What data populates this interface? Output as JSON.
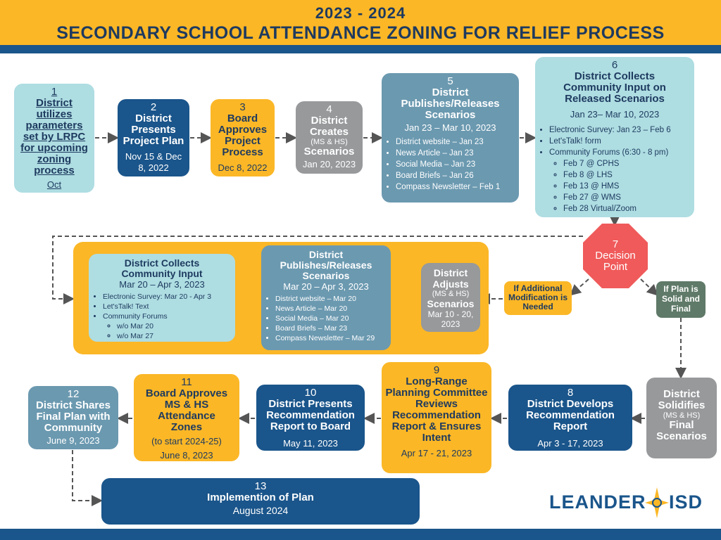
{
  "header": {
    "year": "2023 - 2024",
    "title": "SECONDARY SCHOOL ATTENDANCE ZONING FOR RELIEF PROCESS"
  },
  "steps": {
    "s1": {
      "num": "1",
      "title": "District utilizes parameters set by LRPC for upcoming zoning process",
      "date": "Oct"
    },
    "s2": {
      "num": "2",
      "title": "District Presents Project Plan",
      "date": "Nov 15 & Dec 8, 2022"
    },
    "s3": {
      "num": "3",
      "title": "Board Approves Project Process",
      "date": "Dec 8, 2022"
    },
    "s4": {
      "num": "4",
      "title_a": "District Creates",
      "sub": "(MS & HS)",
      "title_b": "Scenarios",
      "date": "Jan 20, 2023"
    },
    "s5": {
      "num": "5",
      "title": "District Publishes/Releases Scenarios",
      "date": "Jan 23 – Mar 10, 2023",
      "items": [
        "District website – Jan 23",
        "News Article – Jan 23",
        "Social Media – Jan 23",
        "Board Briefs – Jan 26",
        "Compass Newsletter – Feb 1"
      ]
    },
    "s6": {
      "num": "6",
      "title": "District Collects Community Input on Released Scenarios",
      "date": "Jan 23– Mar 10, 2023",
      "item1": "Electronic Survey: Jan 23 – Feb 6",
      "item2": "Let'sTalk! form",
      "item3": "Community Forums (6:30 - 8 pm)",
      "forums": [
        "Feb 7 @ CPHS",
        "Feb 8 @ LHS",
        "Feb 13 @ HMS",
        "Feb 27 @ WMS",
        "Feb 28 Virtual/Zoom"
      ]
    },
    "s7": {
      "num": "7",
      "title": "Decision Point"
    },
    "modify": {
      "label": "If Additional Modification is Needed"
    },
    "solid": {
      "label": "If Plan is Solid and Final"
    },
    "adjust": {
      "title_a": "District Adjusts",
      "sub": "(MS & HS)",
      "title_b": "Scenarios",
      "date": "Mar 10 - 20, 2023"
    },
    "republish": {
      "title": "District Publishes/Releases Scenarios",
      "date": "Mar 20 – Apr 3, 2023",
      "items": [
        "District website – Mar 20",
        "News Article – Mar 20",
        "Social Media – Mar 20",
        "Board Briefs – Mar 23",
        "Compass Newsletter – Mar 29"
      ]
    },
    "recollect": {
      "title": "District Collects Community Input",
      "date": "Mar 20 – Apr 3, 2023",
      "item1": "Electronic Survey: Mar 20 - Apr 3",
      "item2": "Let'sTalk! Text",
      "item3": "Community Forums",
      "forums": [
        "w/o Mar 20",
        "w/o Mar 27"
      ]
    },
    "solidify": {
      "title_a": "District Solidifies",
      "sub": "(MS & HS)",
      "title_b": "Final Scenarios"
    },
    "s8": {
      "num": "8",
      "title": "District Develops Recommendation Report",
      "date": "Apr 3 - 17, 2023"
    },
    "s9": {
      "num": "9",
      "title": "Long-Range Planning Committee Reviews Recommendation Report & Ensures Intent",
      "date": "Apr 17 - 21, 2023"
    },
    "s10": {
      "num": "10",
      "title": "District Presents Recommendation Report to Board",
      "date": "May 11, 2023"
    },
    "s11": {
      "num": "11",
      "title": "Board Approves MS & HS Attendance Zones",
      "note": "(to start 2024-25)",
      "date": "June 8, 2023"
    },
    "s12": {
      "num": "12",
      "title": "District Shares Final Plan with Community",
      "date": "June 9, 2023"
    },
    "s13": {
      "num": "13",
      "title": "Implemention of Plan",
      "date": "August 2024"
    }
  },
  "logo": {
    "left": "LEANDER",
    "right": "ISD"
  },
  "colors": {
    "gold": "#fbb726",
    "navy": "#1a558b",
    "light_teal": "#aedde2",
    "grey": "#97999b",
    "slate": "#6b99b0",
    "red": "#f05a5a",
    "green": "#5f7a68"
  }
}
